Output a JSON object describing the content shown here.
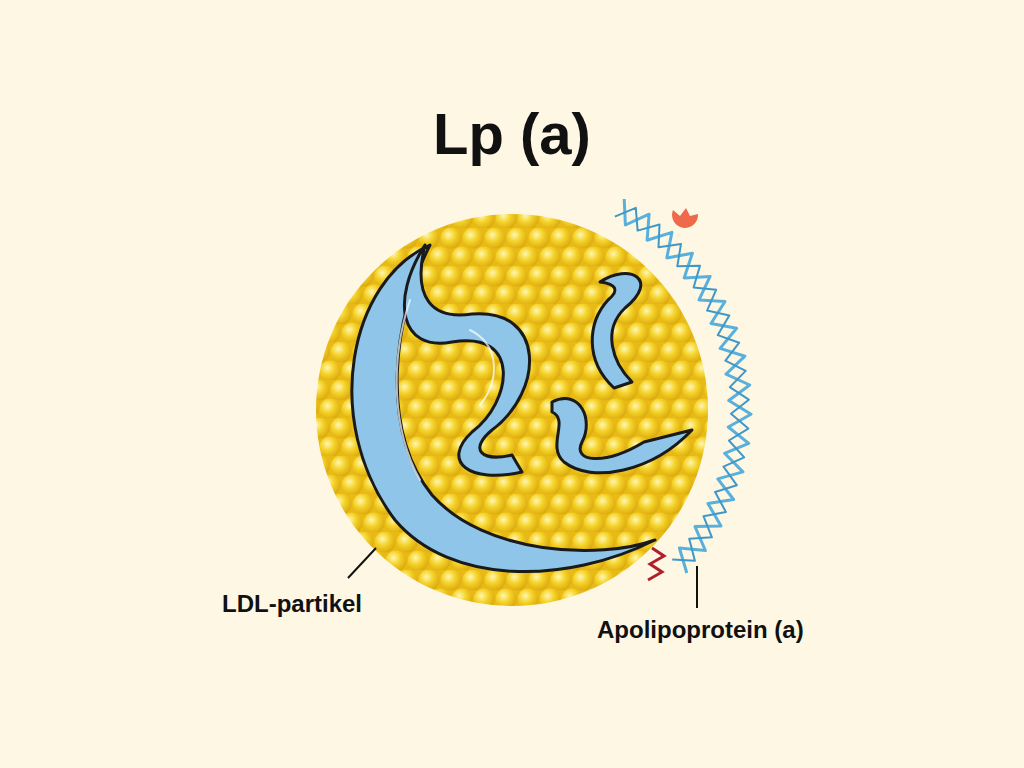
{
  "diagram": {
    "title": "Lp (a)",
    "labels": [
      "LDL-partikel",
      "Apolipoprotein (a)"
    ]
  }
}
